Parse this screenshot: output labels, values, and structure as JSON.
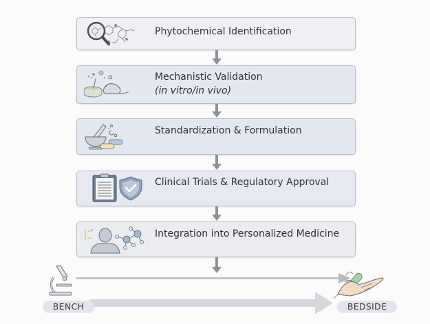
{
  "steps": [
    {
      "title": "Phytochemical Identification",
      "icon": "magnifier-molecule-icon"
    },
    {
      "title": "Mechanistic Validation",
      "subtitle": "(in vitro/in vivo)",
      "icon": "petri-dish-mouse-icon"
    },
    {
      "title": "Standardization & Formulation",
      "icon": "mortar-capsules-icon"
    },
    {
      "title": "Clinical Trials & Regulatory Approval",
      "icon": "clipboard-shield-icon"
    },
    {
      "title": "Integration into Personalized Medicine",
      "icon": "person-network-icon"
    }
  ],
  "footer": {
    "start_label": "BENCH",
    "end_label": "BEDSIDE",
    "start_icon": "microscope-icon",
    "end_icon": "hand-capsule-icon"
  },
  "colors": {
    "arrow": "#8e9198",
    "text": "#2f3136",
    "box_border": "#b9bcc2"
  }
}
